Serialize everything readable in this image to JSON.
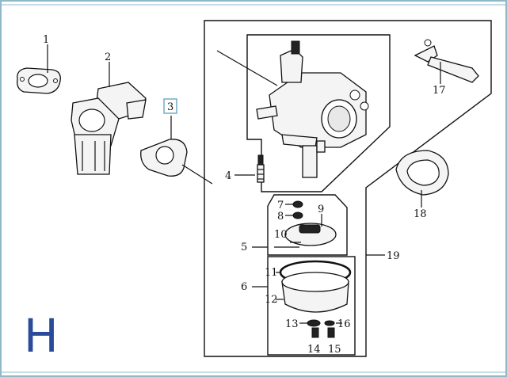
{
  "diagram": {
    "section_letter": "H",
    "colors": {
      "border": "#8fb8c9",
      "letter": "#2a4a9a",
      "ink": "#111111",
      "highlight": "#5a9fc0"
    },
    "callouts": [
      {
        "id": "p1",
        "label": "1"
      },
      {
        "id": "p2",
        "label": "2"
      },
      {
        "id": "p3",
        "label": "3",
        "boxed": true
      },
      {
        "id": "p4",
        "label": "4"
      },
      {
        "id": "p5",
        "label": "5"
      },
      {
        "id": "p6",
        "label": "6"
      },
      {
        "id": "p7",
        "label": "7"
      },
      {
        "id": "p8",
        "label": "8"
      },
      {
        "id": "p9",
        "label": "9"
      },
      {
        "id": "p10",
        "label": "10"
      },
      {
        "id": "p11",
        "label": "11"
      },
      {
        "id": "p12",
        "label": "12"
      },
      {
        "id": "p13",
        "label": "13"
      },
      {
        "id": "p14",
        "label": "14"
      },
      {
        "id": "p15",
        "label": "15"
      },
      {
        "id": "p16",
        "label": "16"
      },
      {
        "id": "p17",
        "label": "17"
      },
      {
        "id": "p18",
        "label": "18"
      },
      {
        "id": "p19",
        "label": "19"
      }
    ]
  }
}
